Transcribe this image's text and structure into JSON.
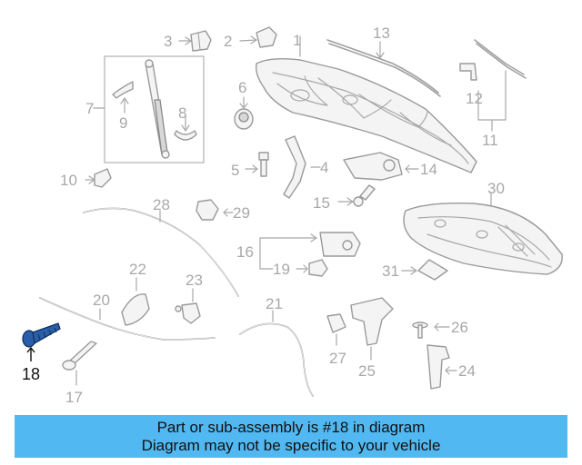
{
  "callouts": [
    "1",
    "2",
    "3",
    "4",
    "5",
    "6",
    "7",
    "8",
    "9",
    "10",
    "11",
    "12",
    "13",
    "14",
    "15",
    "16",
    "17",
    "18",
    "19",
    "20",
    "21",
    "22",
    "23",
    "24",
    "25",
    "26",
    "27",
    "28",
    "29",
    "30",
    "31"
  ],
  "highlight_callout": "18",
  "banner": {
    "line1": "Part or sub-assembly is #18 in diagram",
    "line2": "Diagram may not be specific to your vehicle"
  },
  "colors": {
    "banner": "#51b8f1",
    "highlight_part": "#2a5ea8",
    "line_art": "#a8a8a8"
  }
}
